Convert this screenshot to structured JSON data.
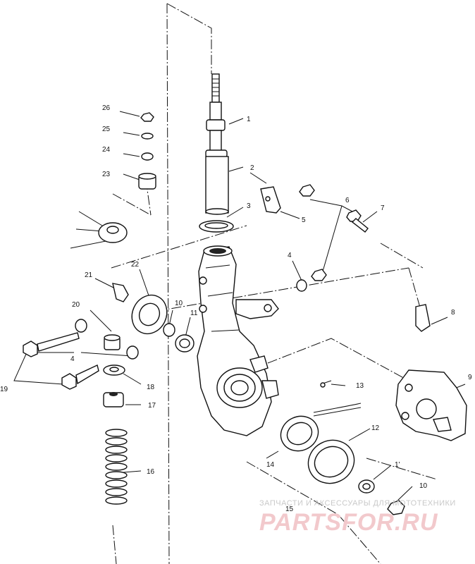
{
  "callouts": [
    {
      "id": "c1",
      "text": "1"
    },
    {
      "id": "c2",
      "text": "2"
    },
    {
      "id": "c3",
      "text": "3"
    },
    {
      "id": "c4a",
      "text": "4"
    },
    {
      "id": "c4b",
      "text": "4"
    },
    {
      "id": "c5",
      "text": "5"
    },
    {
      "id": "c6",
      "text": "6"
    },
    {
      "id": "c7",
      "text": "7"
    },
    {
      "id": "c8",
      "text": "8"
    },
    {
      "id": "c9",
      "text": "9"
    },
    {
      "id": "c10a",
      "text": "10"
    },
    {
      "id": "c10b",
      "text": "10"
    },
    {
      "id": "c11a",
      "text": "11"
    },
    {
      "id": "c11b",
      "text": "1'"
    },
    {
      "id": "c12",
      "text": "12"
    },
    {
      "id": "c13",
      "text": "13"
    },
    {
      "id": "c14",
      "text": "14"
    },
    {
      "id": "c15",
      "text": "15"
    },
    {
      "id": "c16",
      "text": "16"
    },
    {
      "id": "c17",
      "text": "17"
    },
    {
      "id": "c18",
      "text": "18"
    },
    {
      "id": "c19",
      "text": "19"
    },
    {
      "id": "c20",
      "text": "20"
    },
    {
      "id": "c21",
      "text": "21"
    },
    {
      "id": "c22",
      "text": "22"
    },
    {
      "id": "c23",
      "text": "23"
    },
    {
      "id": "c24",
      "text": "24"
    },
    {
      "id": "c25",
      "text": "25"
    },
    {
      "id": "c26",
      "text": "26"
    }
  ],
  "watermark": {
    "tagline": "ЗАПЧАСТИ И АКСЕССУАРЫ ДЛЯ МОТОТЕХНИКИ",
    "brand": "PARTSFOR.RU"
  }
}
